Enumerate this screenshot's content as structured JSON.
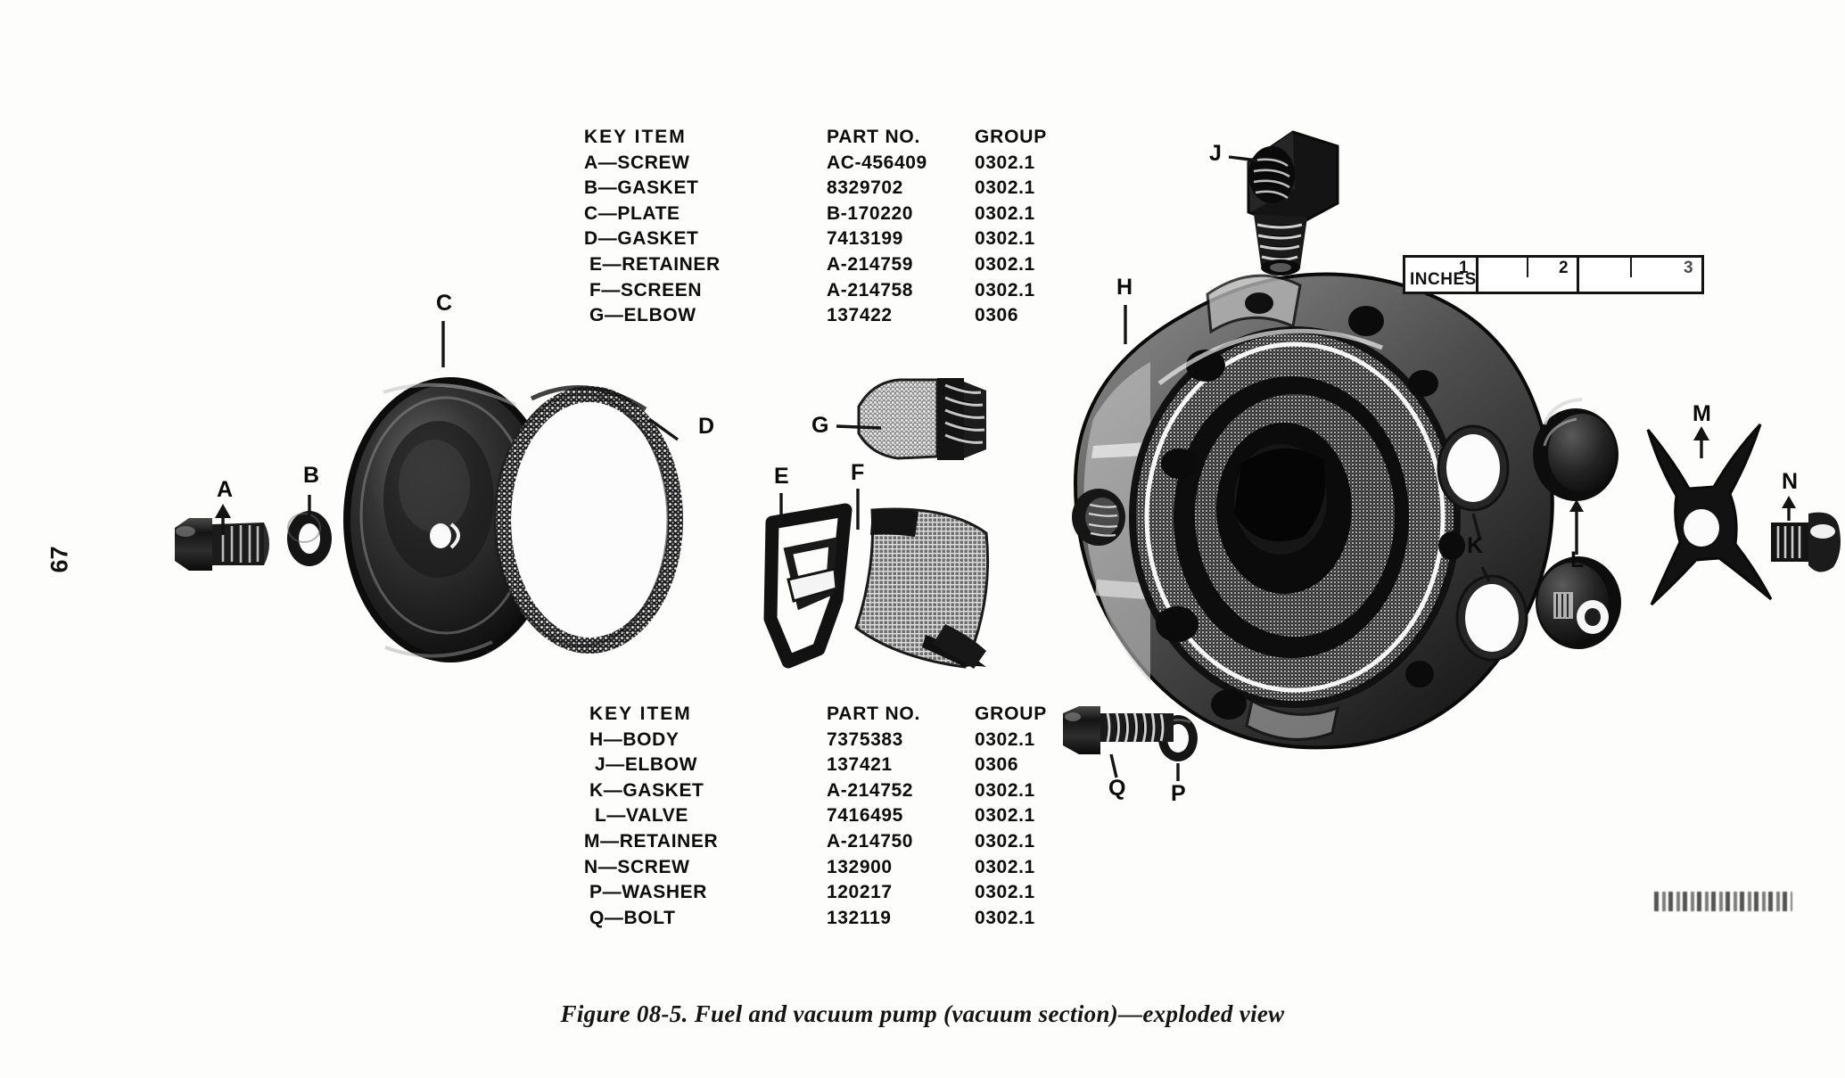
{
  "document": {
    "page_number": "67",
    "caption": "Figure 08-5. Fuel and vacuum pump (vacuum section)—exploded view"
  },
  "scale_bar": {
    "unit_label": "INCHES",
    "ticks": [
      "1",
      "2",
      "3"
    ]
  },
  "tables": [
    {
      "id": "top",
      "headers": {
        "key": "KEY  ITEM",
        "part": "PART NO.",
        "group": "GROUP"
      },
      "rows": [
        {
          "key": "A—SCREW",
          "part": "AC-456409",
          "group": "0302.1"
        },
        {
          "key": "B—GASKET",
          "part": "8329702",
          "group": "0302.1"
        },
        {
          "key": "C—PLATE",
          "part": "B-170220",
          "group": "0302.1"
        },
        {
          "key": "D—GASKET",
          "part": "7413199",
          "group": "0302.1"
        },
        {
          "key": "E—RETAINER",
          "part": "A-214759",
          "group": "0302.1"
        },
        {
          "key": "F—SCREEN",
          "part": "A-214758",
          "group": "0302.1"
        },
        {
          "key": "G—ELBOW",
          "part": "137422",
          "group": "0306"
        }
      ]
    },
    {
      "id": "bottom",
      "headers": {
        "key": "KEY  ITEM",
        "part": "PART NO.",
        "group": "GROUP"
      },
      "rows": [
        {
          "key": "H—BODY",
          "part": "7375383",
          "group": "0302.1"
        },
        {
          "key": "J—ELBOW",
          "part": "137421",
          "group": "0306"
        },
        {
          "key": "K—GASKET",
          "part": "A-214752",
          "group": "0302.1"
        },
        {
          "key": "L—VALVE",
          "part": "7416495",
          "group": "0302.1"
        },
        {
          "key": "M—RETAINER",
          "part": "A-214750",
          "group": "0302.1"
        },
        {
          "key": "N—SCREW",
          "part": "132900",
          "group": "0302.1"
        },
        {
          "key": "P—WASHER",
          "part": "120217",
          "group": "0302.1"
        },
        {
          "key": "Q—BOLT",
          "part": "132119",
          "group": "0302.1"
        }
      ]
    }
  ],
  "callouts": [
    {
      "letter": "A",
      "part": "screw"
    },
    {
      "letter": "B",
      "part": "gasket"
    },
    {
      "letter": "C",
      "part": "plate"
    },
    {
      "letter": "D",
      "part": "gasket"
    },
    {
      "letter": "E",
      "part": "retainer"
    },
    {
      "letter": "F",
      "part": "screen"
    },
    {
      "letter": "G",
      "part": "elbow"
    },
    {
      "letter": "H",
      "part": "body"
    },
    {
      "letter": "J",
      "part": "elbow"
    },
    {
      "letter": "K",
      "part": "gasket"
    },
    {
      "letter": "L",
      "part": "valve"
    },
    {
      "letter": "M",
      "part": "retainer"
    },
    {
      "letter": "N",
      "part": "screw"
    },
    {
      "letter": "P",
      "part": "washer"
    },
    {
      "letter": "Q",
      "part": "bolt"
    }
  ]
}
